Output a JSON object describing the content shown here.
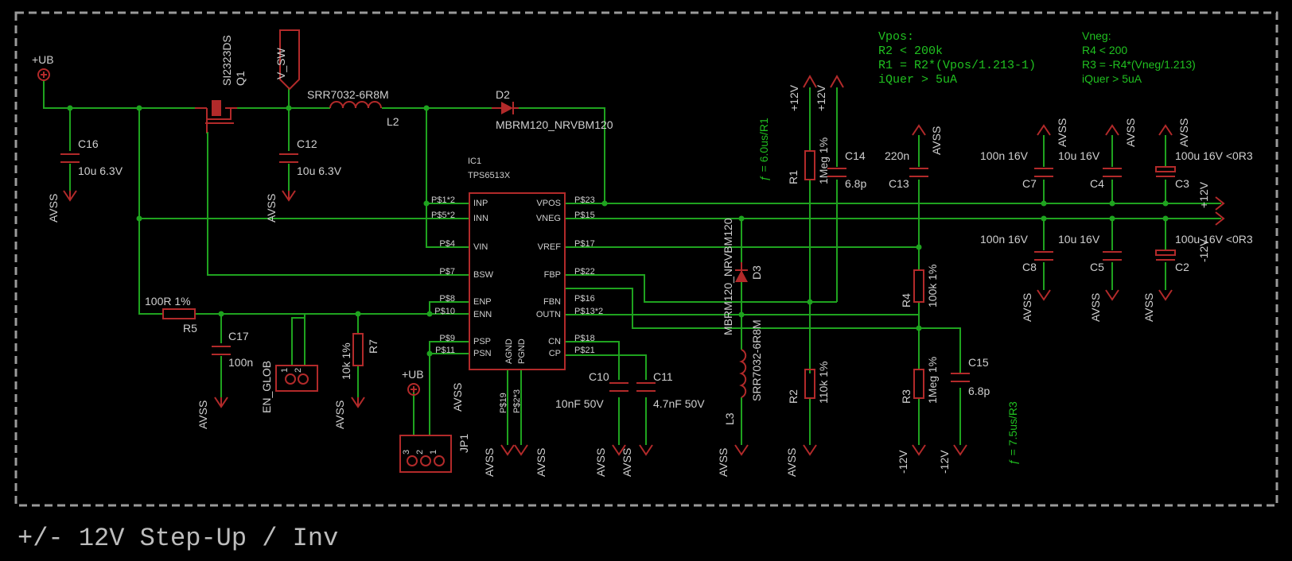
{
  "sheet_title": "+/- 12V Step-Up / Inv",
  "ic": {
    "ref": "IC1",
    "part": "TPS6513X",
    "pins_left": [
      "INP",
      "INN",
      "VIN",
      "BSW",
      "ENP",
      "ENN",
      "PSP",
      "PSN"
    ],
    "pins_right": [
      "VPOS",
      "VNEG",
      "VREF",
      "FBP",
      "FBN",
      "OUTN",
      "CN",
      "CP"
    ],
    "pins_bottom": [
      "AGND",
      "PGND"
    ],
    "pad_left": [
      "P$1*2",
      "P$5*2",
      "P$4",
      "P$7",
      "P$8",
      "P$10",
      "P$9",
      "P$11"
    ],
    "pad_right": [
      "P$23",
      "P$15",
      "P$17",
      "P$22",
      "P$16",
      "P$13*2",
      "P$18",
      "P$21"
    ],
    "pad_bottom": [
      "P$19",
      "P$2*3"
    ]
  },
  "supplies": {
    "ub": "+UB",
    "avss": "AVSS",
    "p12": "+12V",
    "n12": "-12V",
    "vsw": "V_SW"
  },
  "components": {
    "q1": {
      "part": "SI2323DS",
      "ref": "Q1"
    },
    "l2": {
      "part": "SRR7032-6R8M",
      "ref": "L2"
    },
    "d2": {
      "ref": "D2",
      "part": "MBRM120_NRVBM120"
    },
    "d3": {
      "ref": "D3",
      "part": "MBRM120_NRVBM120"
    },
    "l3": {
      "ref": "L3",
      "part": "SRR7032-6R8M"
    },
    "c16": {
      "ref": "C16",
      "val": "10u 6.3V"
    },
    "c12": {
      "ref": "C12",
      "val": "10u 6.3V"
    },
    "c17": {
      "ref": "C17",
      "val": "100n"
    },
    "r5": {
      "ref": "R5",
      "val": "100R 1%"
    },
    "r7": {
      "ref": "R7",
      "val": "10k 1%"
    },
    "jp_en": {
      "ref": "EN_GLOB",
      "pins": [
        "1",
        "2"
      ]
    },
    "jp1": {
      "ref": "JP1",
      "pins": [
        "3",
        "2",
        "1"
      ]
    },
    "c10": {
      "ref": "C10",
      "val": "10nF 50V"
    },
    "c11": {
      "ref": "C11",
      "val": "4.7nF 50V"
    },
    "r1": {
      "ref": "R1",
      "val": "1Meg 1%"
    },
    "r2": {
      "ref": "R2",
      "val": "110k 1%"
    },
    "c14": {
      "ref": "C14",
      "val": "6.8p"
    },
    "c13": {
      "ref": "C13",
      "val": "220n"
    },
    "r4": {
      "ref": "R4",
      "val": "100k 1%"
    },
    "r3": {
      "ref": "R3",
      "val": "1Meg 1%"
    },
    "c15": {
      "ref": "C15",
      "val": "6.8p"
    },
    "c7": {
      "ref": "C7",
      "val": "100n 16V"
    },
    "c4": {
      "ref": "C4",
      "val": "10u 16V"
    },
    "c3": {
      "ref": "C3",
      "val": "100u 16V <0R3"
    },
    "c8": {
      "ref": "C8",
      "val": "100n 16V"
    },
    "c5": {
      "ref": "C5",
      "val": "10u 16V"
    },
    "c2": {
      "ref": "C2",
      "val": "100u 16V <0R3"
    }
  },
  "annotations": {
    "f1": "ƒ = 6.0us/R1",
    "f2": "ƒ = 7.5us/R3",
    "vpos_lines": [
      "Vpos:",
      "R2 < 200k",
      "R1 = R2*(Vpos/1.213-1)",
      "iQuer > 5uA"
    ],
    "vneg_lines": [
      "Vneg:",
      "R4 < 200",
      "R3 = -R4*(Vneg/1.213)",
      "iQuer > 5uA"
    ]
  }
}
